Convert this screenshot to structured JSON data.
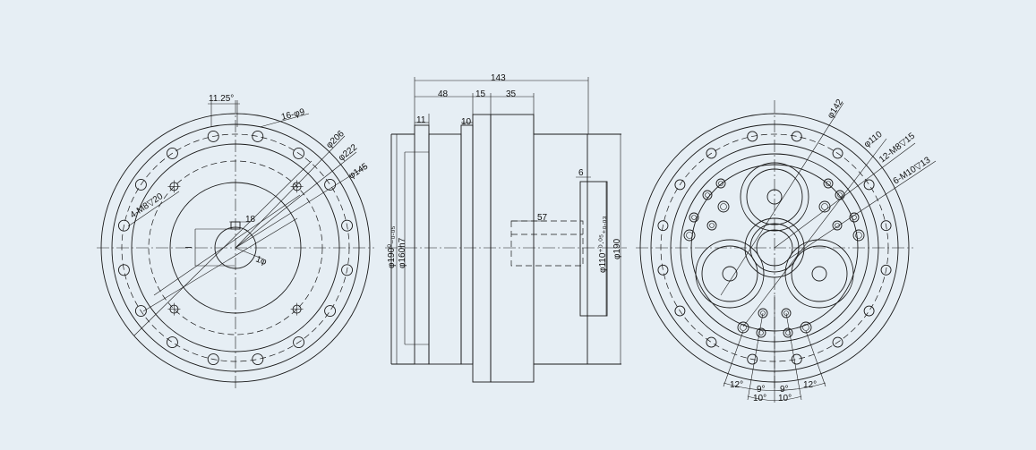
{
  "diagram": {
    "colors": {
      "background": "#e6eef4",
      "line": "#1a1a1a"
    },
    "left_view": {
      "dims": {
        "angle": "11.25°",
        "holes": "16-φ9",
        "d206": "φ206",
        "d222": "φ222",
        "d145": "φ145",
        "threads": "4-M8▽20",
        "key": "18",
        "bore": "1φ",
        "key_side": "I"
      }
    },
    "side_view": {
      "dims": {
        "total": "143",
        "d48": "48",
        "d15": "15",
        "d35": "35",
        "d11": "11",
        "d10": "10",
        "d57": "57",
        "d6": "6",
        "od190a": "φ190⁰₋₀.₀₅",
        "od160": "φ160h7",
        "od110": "φ110⁺⁰·⁰⁵₊₀.₀₃",
        "od190": "φ190"
      }
    },
    "right_view": {
      "dims": {
        "d142": "φ142",
        "d110": "φ110",
        "m8": "12-M8▽15",
        "m10": "6-M10▽13",
        "a12l": "12°",
        "a9l": "9°",
        "a9r": "9°",
        "a12r": "12°",
        "a10l": "10°",
        "a10r": "10°"
      }
    }
  }
}
